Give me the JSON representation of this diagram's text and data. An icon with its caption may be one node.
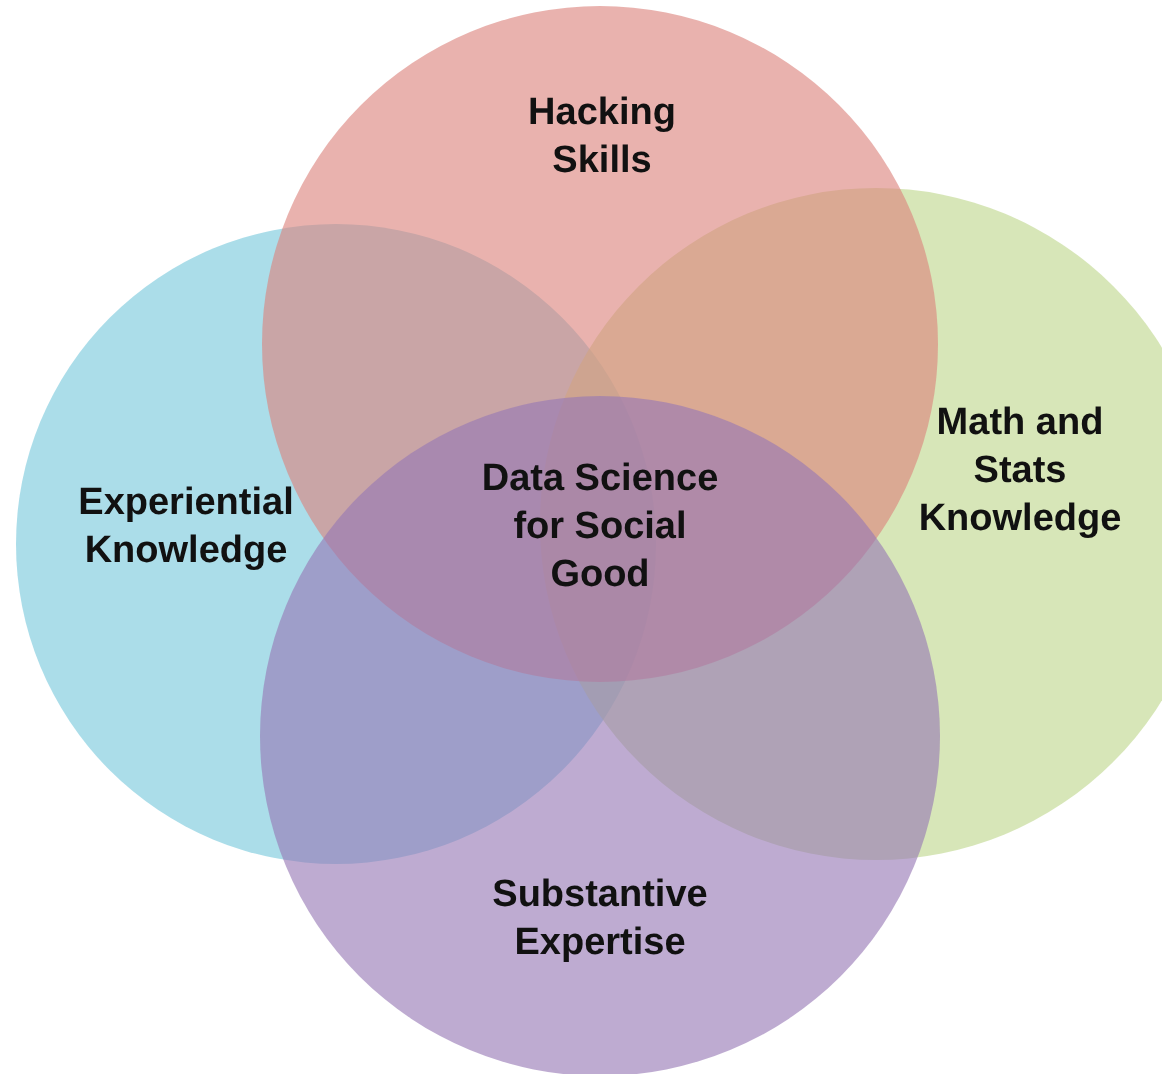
{
  "diagram": {
    "nodes": [
      {
        "text": [
          "Hacking Skills"
        ]
      },
      {
        "text": [
          "Experiential Knowledge"
        ]
      },
      {
        "text": [
          "Math and Stats Knowledge"
        ]
      },
      {
        "text": [
          "Substantive Expertise"
        ]
      }
    ],
    "labels": [
      "Data Science for Social Good"
    ]
  }
}
